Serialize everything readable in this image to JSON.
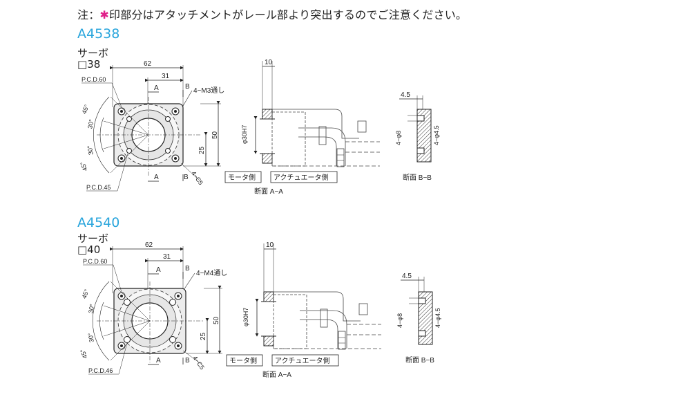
{
  "note": {
    "prefix": "注：",
    "star": "✱",
    "text": "印部分はアタッチメントがレール部より突出するのでご注意ください。"
  },
  "blocks": [
    {
      "model": "A4538",
      "type": "サーボ",
      "size": "□38",
      "front": {
        "w62": "62",
        "w31": "31",
        "h50": "50",
        "h25": "25",
        "pcd_top": "P.C.D.60",
        "pcd_bottom": "P.C.D.45",
        "hole": "4−M3通し",
        "c5": "4−C5",
        "a45": "45°",
        "a30": "30°",
        "A": "A",
        "B": "B"
      },
      "section_aa": {
        "dim10": "10",
        "bore": "φ30H7",
        "motor": "モータ側",
        "actuator": "アクチュエータ側",
        "caption": "断面 A−A"
      },
      "section_bb": {
        "dim45": "4.5",
        "d8": "4−φ8",
        "d45": "4−φ4.5",
        "caption": "断面 B−B"
      }
    },
    {
      "model": "A4540",
      "type": "サーボ",
      "size": "□40",
      "front": {
        "w62": "62",
        "w31": "31",
        "h50": "50",
        "h25": "25",
        "pcd_top": "P.C.D.60",
        "pcd_bottom": "P.C.D.46",
        "hole": "4−M4通し",
        "c5": "4−C5",
        "a45": "45°",
        "a30": "30°",
        "A": "A",
        "B": "B"
      },
      "section_aa": {
        "dim10": "10",
        "bore": "φ30H7",
        "motor": "モータ側",
        "actuator": "アクチュエータ側",
        "caption": "断面 A−A"
      },
      "section_bb": {
        "dim45": "4.5",
        "d8": "4−φ8",
        "d45": "4−φ4.5",
        "caption": "断面 B−B"
      }
    }
  ]
}
